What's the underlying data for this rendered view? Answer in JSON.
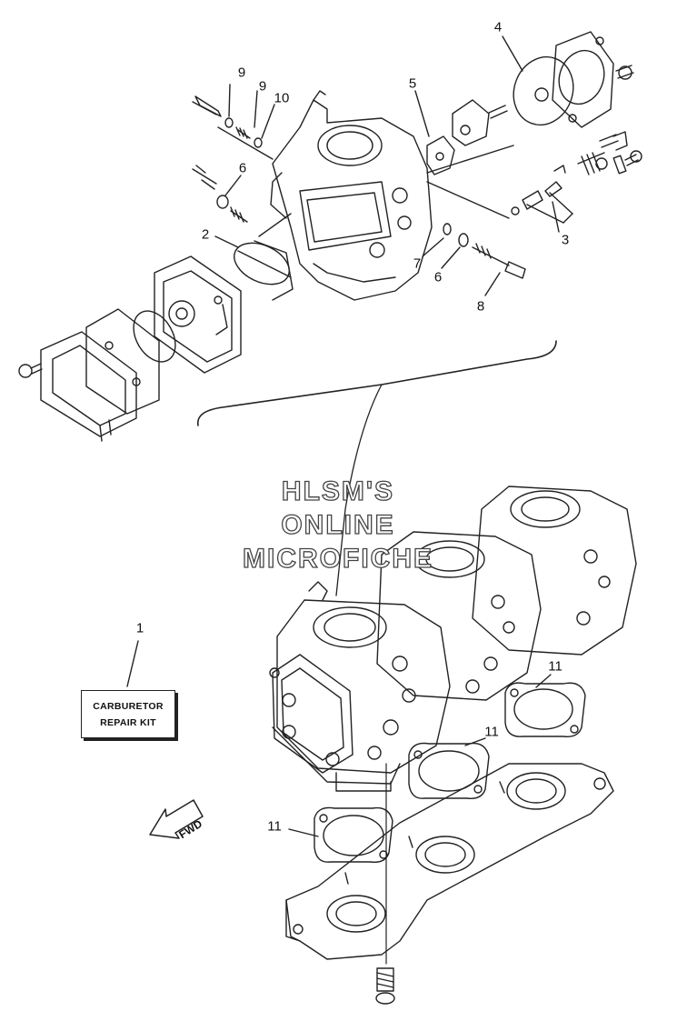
{
  "watermark": {
    "line1": "HLSM'S",
    "line2": "ONLINE",
    "line3": "MICROFICHE"
  },
  "repair_kit": {
    "line1": "CARBURETOR",
    "line2": "REPAIR KIT"
  },
  "fwd_label": "FWD",
  "callouts": {
    "c1": "1",
    "c2": "2",
    "c3": "3",
    "c4": "4",
    "c5": "5",
    "c6a": "6",
    "c6b": "6",
    "c7": "7",
    "c8": "8",
    "c9a": "9",
    "c9b": "9",
    "c10": "10",
    "c11a": "11",
    "c11b": "11",
    "c11c": "11"
  },
  "colors": {
    "line": "#222222",
    "background": "#ffffff",
    "watermark_outline": "#444444"
  },
  "icons": {
    "fwd": "fwd-arrow-icon"
  }
}
